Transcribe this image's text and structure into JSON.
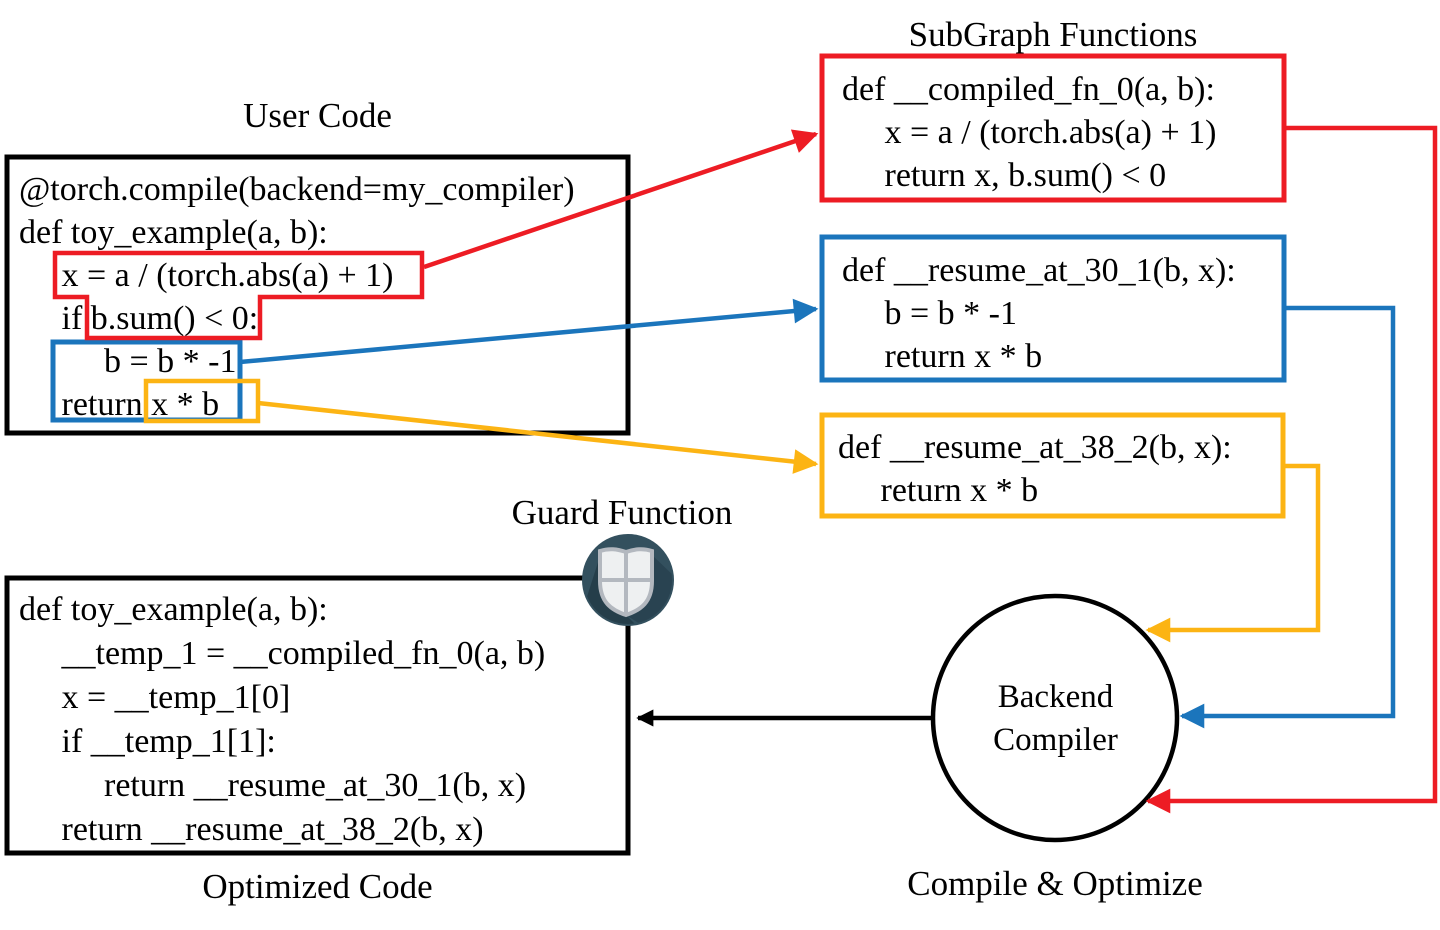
{
  "titles": {
    "user_code": "User Code",
    "subgraph_functions": "SubGraph Functions",
    "guard_function": "Guard Function",
    "optimized_code": "Optimized Code",
    "backend_compiler_line1": "Backend",
    "backend_compiler_line2": "Compiler",
    "compile_optimize": "Compile & Optimize"
  },
  "user_code": {
    "lines": [
      "@torch.compile(backend=my_compiler)",
      "def toy_example(a, b):",
      "     x = a / (torch.abs(a) + 1)",
      "     if b.sum() < 0:",
      "          b = b * -1",
      "     return x * b"
    ]
  },
  "subgraphs": {
    "compiled_fn_0": {
      "lines": [
        "def __compiled_fn_0(a, b):",
        "     x = a / (torch.abs(a) + 1)",
        "     return x, b.sum() < 0"
      ]
    },
    "resume_at_30_1": {
      "lines": [
        "def __resume_at_30_1(b, x):",
        "     b = b * -1",
        "     return x * b"
      ]
    },
    "resume_at_38_2": {
      "lines": [
        "def __resume_at_38_2(b, x):",
        "     return x * b"
      ]
    }
  },
  "optimized_code": {
    "lines": [
      "def toy_example(a, b):",
      "     __temp_1 = __compiled_fn_0(a, b)",
      "     x = __temp_1[0]",
      "     if __temp_1[1]:",
      "          return __resume_at_30_1(b, x)",
      "     return __resume_at_38_2(b, x)"
    ]
  },
  "icons": {
    "guard": "shield-icon"
  },
  "colors": {
    "red": "#ed1c24",
    "blue": "#1b75bc",
    "yellow": "#fcb414",
    "ink": "#000000",
    "shield_bg": "#33505e",
    "shield_body": "#eef0f1",
    "shield_detail": "#b3b8bf"
  }
}
